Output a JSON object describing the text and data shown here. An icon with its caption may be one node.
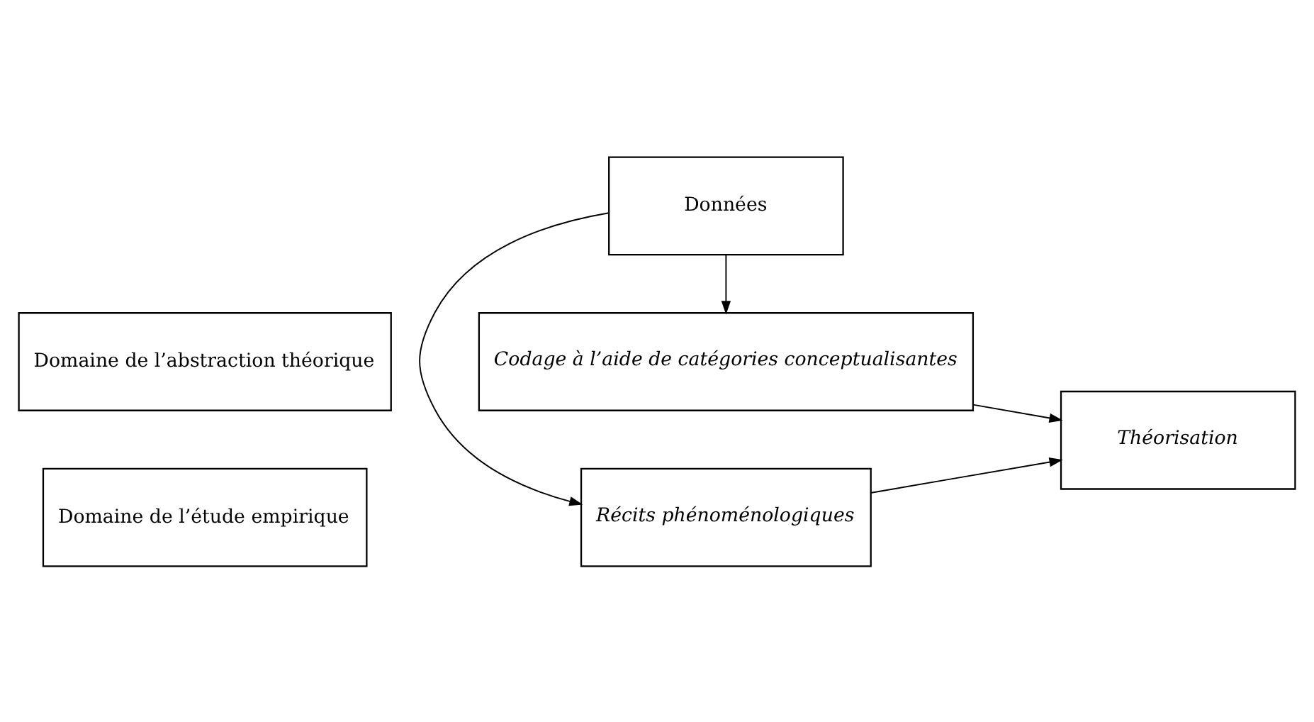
{
  "diagram": {
    "nodes": [
      {
        "text": [
          "Domaine de l’abstraction théorique"
        ]
      },
      {
        "text": [
          "Codage à l’aide de catégories conceptualisantes"
        ]
      },
      {
        "text": [
          "Théorisation"
        ]
      },
      {
        "text": [
          "Récits phénoménologiques"
        ]
      },
      {
        "text": [
          "Domaine de l’étude empirique"
        ]
      },
      {
        "text": [
          "Données"
        ]
      }
    ],
    "edges": [
      {
        "from": 5,
        "to": 1,
        "arrow": "to"
      },
      {
        "from": 5,
        "to": 3,
        "arrow": "to"
      },
      {
        "from": 1,
        "to": 2,
        "arrow": "to"
      },
      {
        "from": 3,
        "to": 2,
        "arrow": "to"
      }
    ]
  }
}
